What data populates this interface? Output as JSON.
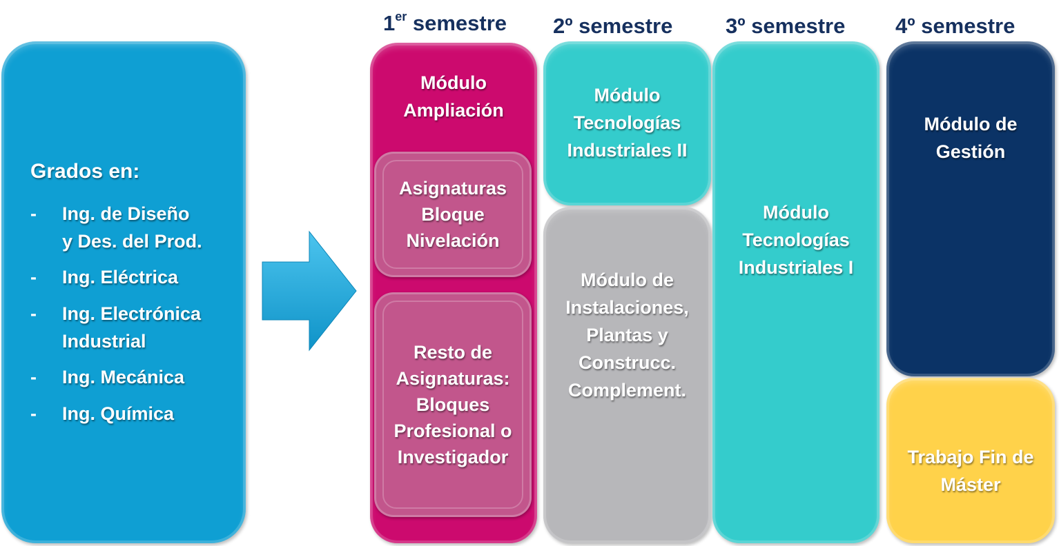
{
  "semesters": {
    "s1_num": "1",
    "s1_sup": "er",
    "s1_word": "semestre",
    "s2": "2º semestre",
    "s3": "3º semestre",
    "s4": "4º semestre"
  },
  "grados": {
    "title": "Grados en:",
    "dash": "-",
    "items": [
      " Ing. de Diseño\ny Des. del Prod.",
      "Ing. Eléctrica",
      "Ing. Electrónica\nIndustrial",
      "Ing. Mecánica",
      "Ing. Química"
    ]
  },
  "modules": {
    "ampliacion": "Módulo\nAmpliación",
    "nivelacion": "Asignaturas\nBloque\nNivelación",
    "resto": "Resto de\nAsignaturas:\nBloques\nProfesional o\nInvestigador",
    "tecnologias_ii": "Módulo\nTecnologías\nIndustriales II",
    "instalaciones": "Módulo de\nInstalaciones,\nPlantas y\nConstrucc.\nComplement.",
    "tecnologias_i": "Módulo\nTecnologías\nIndustriales I",
    "gestion": "Módulo de\nGestión",
    "tfm": "Trabajo Fin de\nMáster"
  },
  "colors": {
    "grados": "#0f9fd3",
    "ampliacion": "#cc0a6e",
    "nivelacion": "#c2568c",
    "tecnologias": "#34cccc",
    "instalaciones": "#b7b7ba",
    "gestion": "#0b3366",
    "tfm": "#ffd24a",
    "semester_text": "#16305e",
    "arrow": "#1aa6dc"
  }
}
